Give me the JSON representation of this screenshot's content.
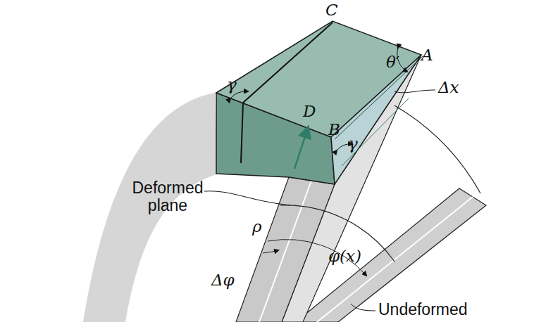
{
  "diagram": {
    "labels": [
      "C",
      "θ′",
      "A",
      "Δx",
      "γ",
      "D",
      "B",
      "γ",
      "Deformed plane",
      "ρ",
      "Δφ",
      "φ(x)",
      "Undeformed"
    ]
  }
}
